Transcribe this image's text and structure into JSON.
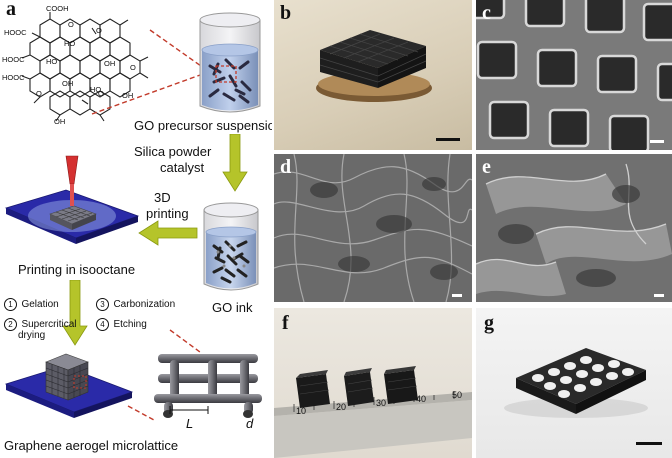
{
  "labels": {
    "a": "a",
    "b": "b",
    "c": "c",
    "d": "d",
    "e": "e",
    "f": "f",
    "g": "g"
  },
  "schematic": {
    "chem_groups": [
      "COOH",
      "HOOC",
      "HOOC",
      "HOOC",
      "HO",
      "HO",
      "OH",
      "OH",
      "HO",
      "OH",
      "OH",
      "O",
      "O",
      "O",
      "O",
      "O"
    ],
    "go_precursor": "GO precursor suspension",
    "silica_line1": "Silica powder",
    "silica_line2": "catalyst",
    "printing_line1": "3D",
    "printing_line2": "printing",
    "go_ink": "GO ink",
    "printing_isooctane": "Printing in isooctane",
    "steps": [
      {
        "num": "1",
        "text": "Gelation"
      },
      {
        "num": "2",
        "text": "Supercritical"
      },
      {
        "num": "",
        "text": "drying"
      },
      {
        "num": "3",
        "text": "Carbonization"
      },
      {
        "num": "4",
        "text": "Etching"
      }
    ],
    "final": "Graphene aerogel microlattice",
    "dim_L": "L",
    "dim_d": "d"
  },
  "ruler": {
    "ticks": [
      "10",
      "20",
      "30",
      "40",
      "50"
    ]
  },
  "colors": {
    "arrow": "#b5c42a",
    "arrow_edge": "#8a9a10",
    "substrate": "#2a2aa8",
    "dashed": "#c23a2a"
  }
}
